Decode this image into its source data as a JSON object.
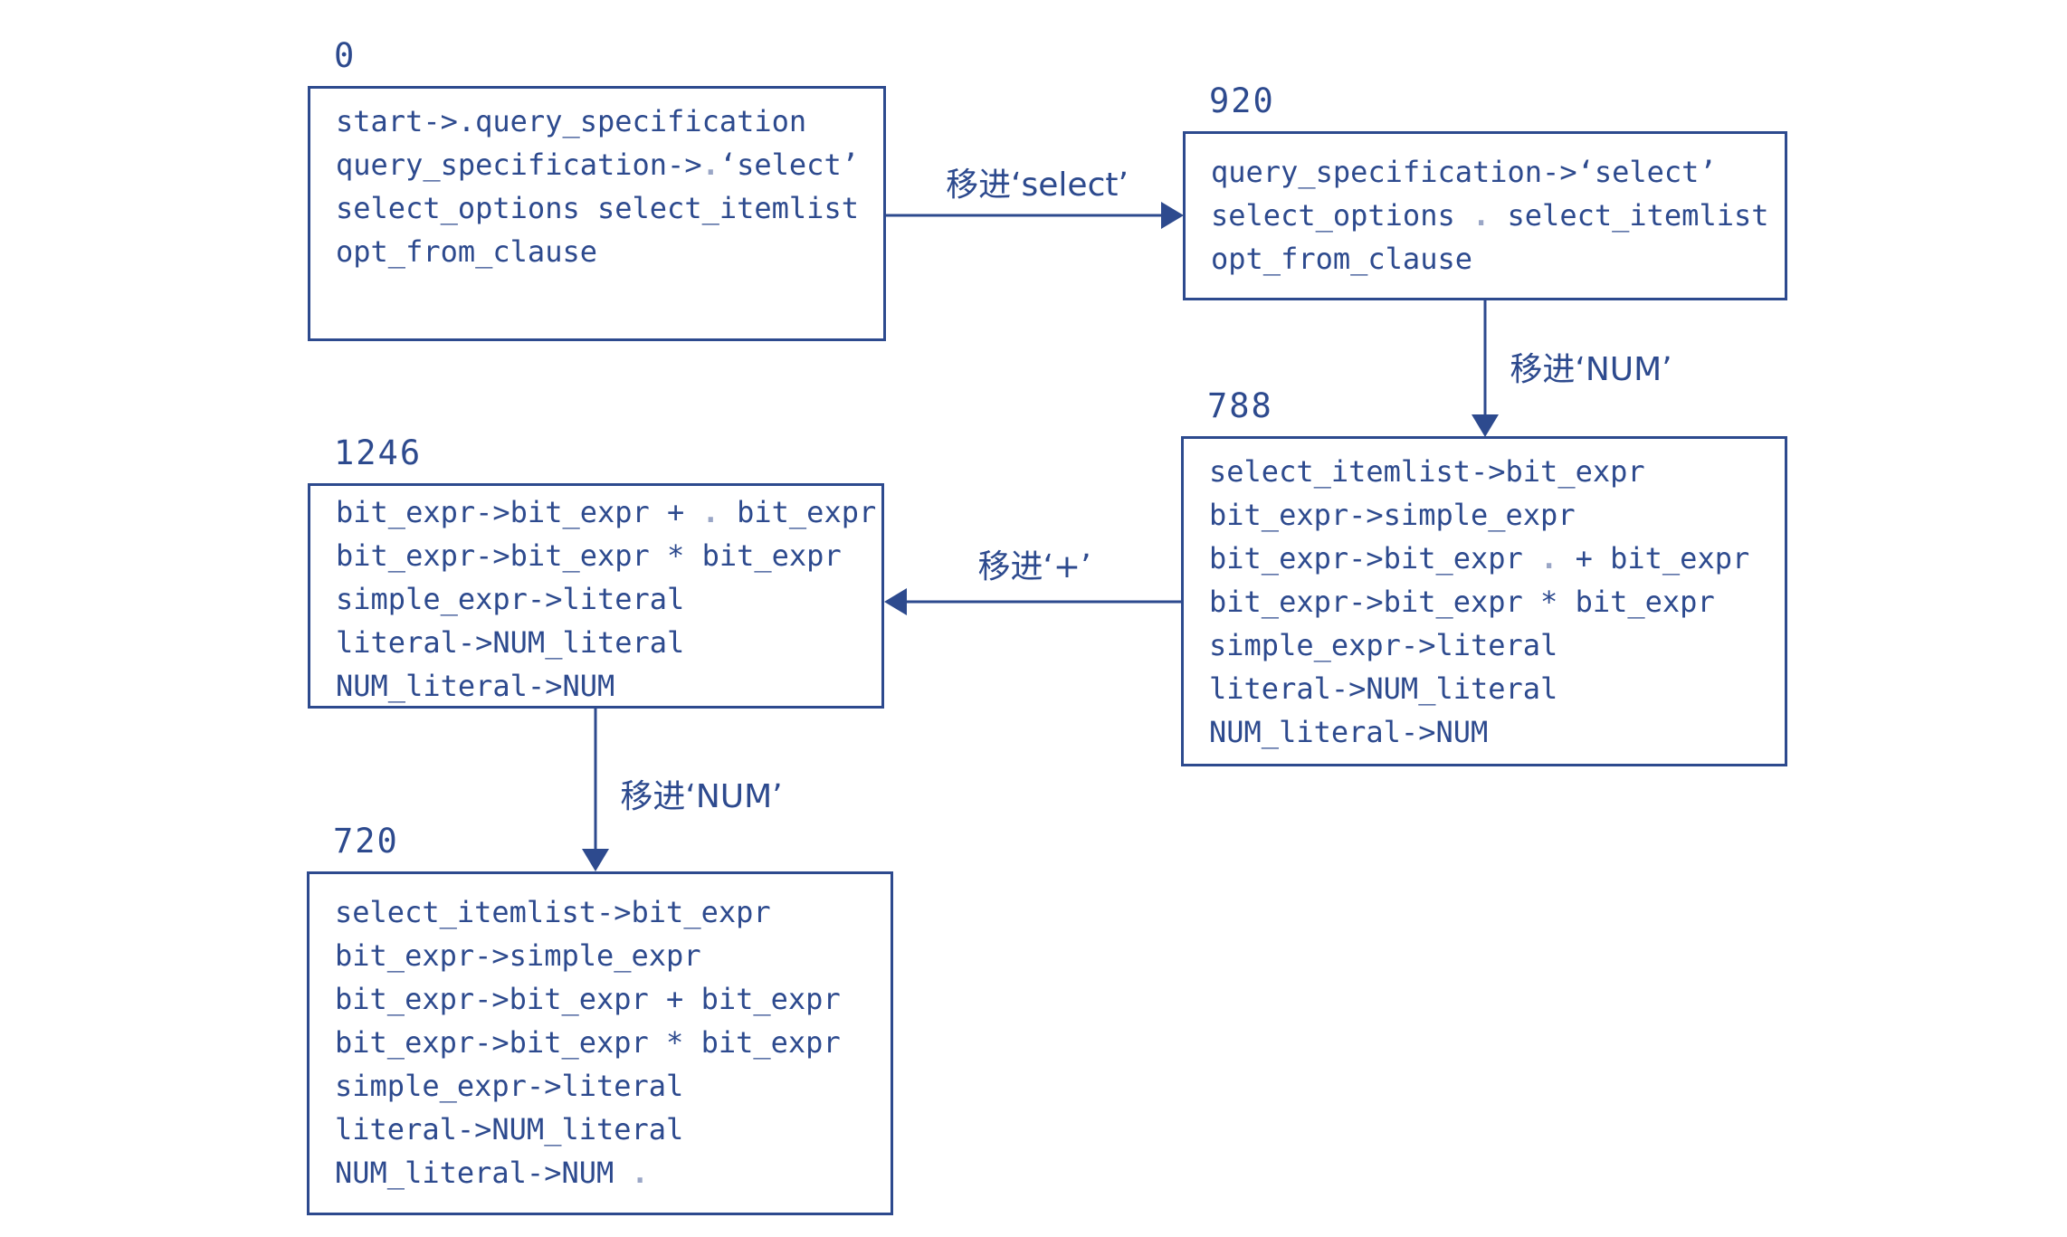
{
  "diagram": {
    "colors": {
      "stroke": "#2d4a8e",
      "marker_dot": "#9aa6c6",
      "background": "#ffffff"
    },
    "states": [
      {
        "id": "0",
        "lines": [
          {
            "pre": "start->.query_specification"
          },
          {
            "pre": ""
          },
          {
            "pre": "query_specification->",
            "dot": ".",
            "post": "‘select’"
          },
          {
            "pre": "select_options select_itemlist"
          },
          {
            "pre": "opt_from_clause"
          }
        ]
      },
      {
        "id": "920",
        "lines": [
          {
            "pre": "query_specification->‘select’"
          },
          {
            "pre": "select_options ",
            "dot": ".",
            "post": " select_itemlist"
          },
          {
            "pre": "opt_from_clause"
          }
        ]
      },
      {
        "id": "788",
        "lines": [
          {
            "pre": "select_itemlist->bit_expr"
          },
          {
            "pre": "bit_expr->simple_expr"
          },
          {
            "pre": "bit_expr->bit_expr ",
            "dot": ".",
            "post": " + bit_expr"
          },
          {
            "pre": "bit_expr->bit_expr * bit_expr"
          },
          {
            "pre": "simple_expr->literal"
          },
          {
            "pre": "literal->NUM_literal"
          },
          {
            "pre": "NUM_literal->NUM"
          }
        ]
      },
      {
        "id": "1246",
        "lines": [
          {
            "pre": "bit_expr->bit_expr + ",
            "dot": ".",
            "post": " bit_expr"
          },
          {
            "pre": "bit_expr->bit_expr * bit_expr"
          },
          {
            "pre": "simple_expr->literal"
          },
          {
            "pre": "literal->NUM_literal"
          },
          {
            "pre": "NUM_literal->NUM"
          }
        ]
      },
      {
        "id": "720",
        "lines": [
          {
            "pre": "select_itemlist->bit_expr"
          },
          {
            "pre": "bit_expr->simple_expr"
          },
          {
            "pre": "bit_expr->bit_expr + bit_expr"
          },
          {
            "pre": "bit_expr->bit_expr * bit_expr"
          },
          {
            "pre": "simple_expr->literal"
          },
          {
            "pre": "literal->NUM_literal"
          },
          {
            "pre": "NUM_literal->NUM ",
            "dot": ".",
            "post": ""
          }
        ]
      }
    ],
    "transitions": [
      {
        "label": "移进‘select’",
        "from": "0",
        "to": "920"
      },
      {
        "label": "移进‘NUM’",
        "from": "920",
        "to": "788"
      },
      {
        "label": "移进‘+’",
        "from": "788",
        "to": "1246"
      },
      {
        "label": "移进‘NUM’",
        "from": "1246",
        "to": "720"
      }
    ]
  }
}
